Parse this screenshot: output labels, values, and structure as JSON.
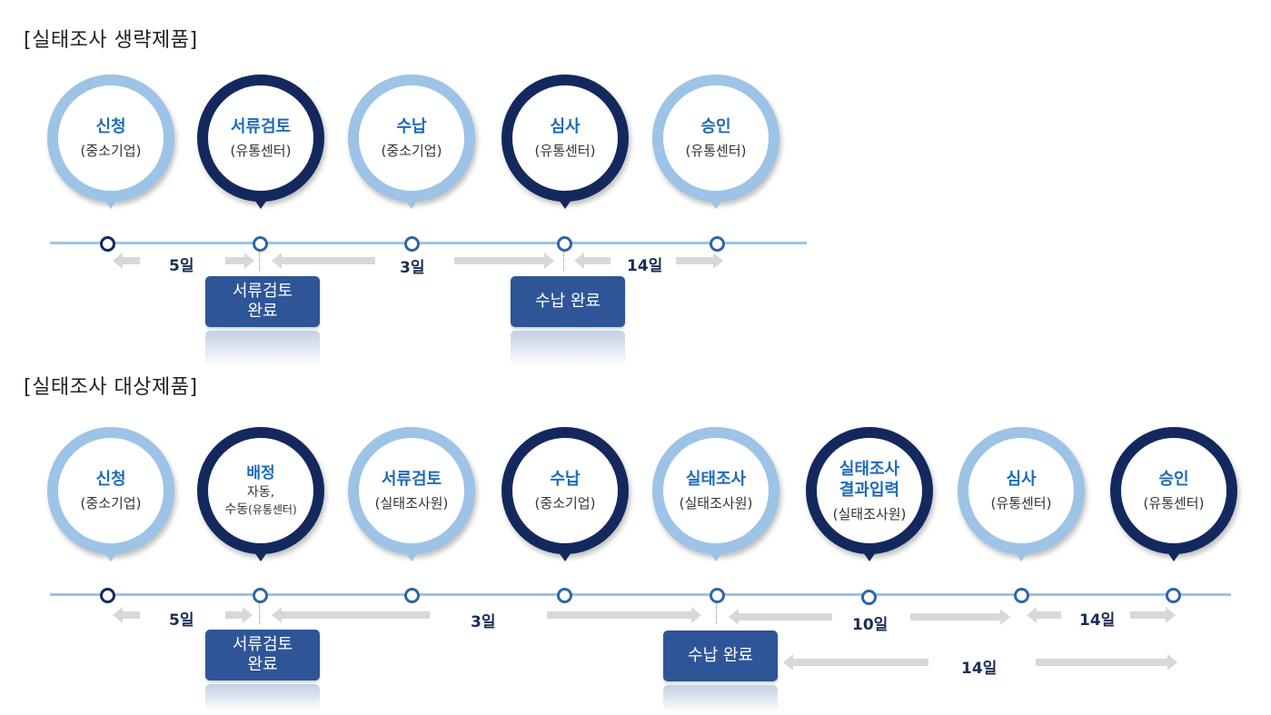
{
  "sections": [
    {
      "title": "[실태조사 생략제품]",
      "steps": [
        {
          "label": "신청",
          "sub": "(중소기업)"
        },
        {
          "label": "서류검토",
          "sub": "(유통센터)"
        },
        {
          "label": "수납",
          "sub": "(중소기업)"
        },
        {
          "label": "심사",
          "sub": "(유통센터)"
        },
        {
          "label": "승인",
          "sub": "(유통센터)"
        }
      ],
      "durations": [
        "5일",
        "3일",
        "14일"
      ],
      "milestones": [
        "서류검토\n완료",
        "수납 완료"
      ]
    },
    {
      "title": "[실태조사 대상제품]",
      "steps": [
        {
          "label": "신청",
          "sub": "(중소기업)"
        },
        {
          "label": "배정",
          "sub1": "자동,",
          "sub2": "수동",
          "sub3": "(유통센터)"
        },
        {
          "label": "서류검토",
          "sub": "(실태조사원)"
        },
        {
          "label": "수납",
          "sub": "(중소기업)"
        },
        {
          "label": "실태조사",
          "sub": "(실태조사원)"
        },
        {
          "label": "실태조사\n결과입력",
          "sub": "(실태조사원)"
        },
        {
          "label": "심사",
          "sub": "(유통센터)"
        },
        {
          "label": "승인",
          "sub": "(유통센터)"
        }
      ],
      "durations": [
        "5일",
        "3일",
        "10일",
        "14일",
        "14일"
      ],
      "milestones": [
        "서류검토\n완료",
        "수납 완료"
      ]
    }
  ],
  "colors": {
    "light": "#9dc3e6",
    "dark": "#13295e",
    "accent": "#1f6ab8",
    "box": "#2e5597"
  }
}
